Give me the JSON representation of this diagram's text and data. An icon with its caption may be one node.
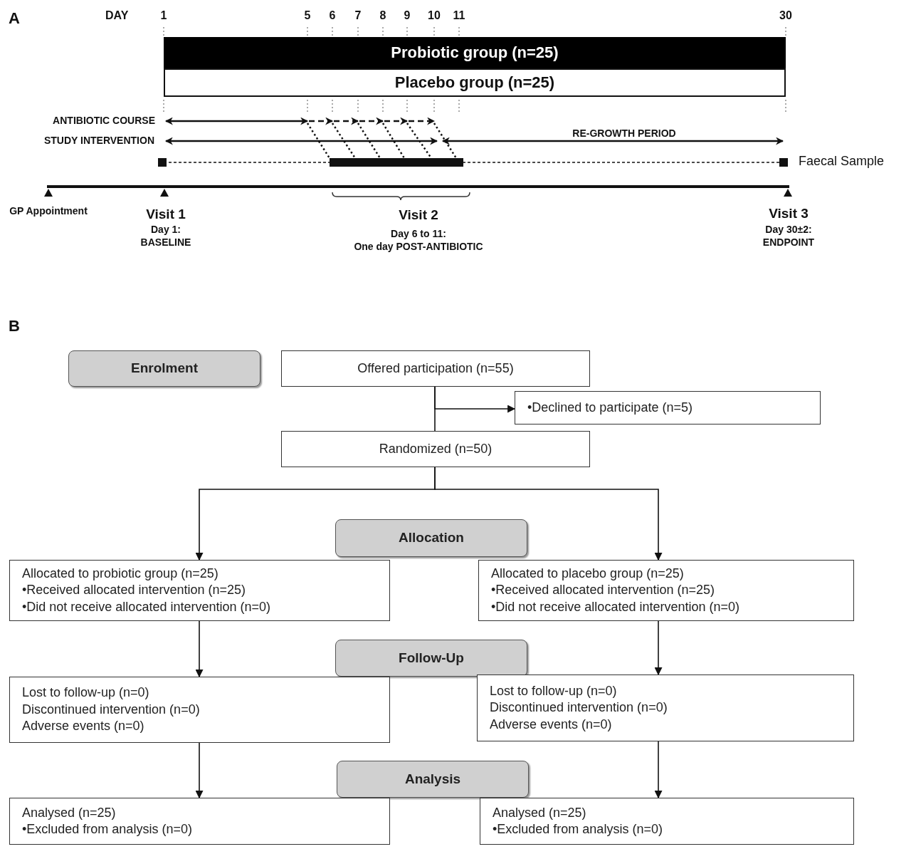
{
  "diagram": {
    "nodes": [
      {
        "text": [
          "Probiotic group (n=25)"
        ]
      },
      {
        "text": [
          "Placebo group (n=25)"
        ]
      },
      {
        "text": [
          "Enrolment"
        ]
      },
      {
        "text": [
          "Offered participation (n=55)"
        ]
      },
      {
        "text": [
          "•Declined to participate (n=5)"
        ]
      },
      {
        "text": [
          "Randomized (n=50)"
        ]
      },
      {
        "text": [
          "Allocation"
        ]
      },
      {
        "text": [
          "Allocated to probiotic group (n=25)",
          "•Received allocated intervention (n=25)",
          "•Did not receive allocated intervention (n=0)"
        ]
      },
      {
        "text": [
          "Allocated to placebo group (n=25)",
          "•Received allocated intervention (n=25)",
          "•Did not receive allocated intervention (n=0)"
        ]
      },
      {
        "text": [
          "Follow-Up"
        ]
      },
      {
        "text": [
          "Lost to follow-up (n=0)",
          "Discontinued intervention (n=0)",
          "Adverse events (n=0)"
        ]
      },
      {
        "text": [
          "Lost to follow-up (n=0)",
          "Discontinued intervention (n=0)",
          "Adverse events (n=0)"
        ]
      },
      {
        "text": [
          "Analysis"
        ]
      },
      {
        "text": [
          "Analysed (n=25)",
          "•Excluded from analysis (n=0)"
        ]
      },
      {
        "text": [
          "Analysed (n=25)",
          "•Excluded from analysis (n=0)"
        ]
      }
    ],
    "edges": [
      {
        "from": 3,
        "to": 5,
        "arrow": "none"
      },
      {
        "from": 3,
        "to": 4,
        "arrow": "to"
      },
      {
        "from": 5,
        "to": 7,
        "arrow": "to"
      },
      {
        "from": 5,
        "to": 8,
        "arrow": "to"
      },
      {
        "from": 7,
        "to": 10,
        "arrow": "to"
      },
      {
        "from": 8,
        "to": 11,
        "arrow": "to"
      },
      {
        "from": 10,
        "to": 13,
        "arrow": "to"
      },
      {
        "from": 11,
        "to": 14,
        "arrow": "to"
      }
    ],
    "labels": [
      "A",
      "DAY",
      "1",
      "5",
      "6",
      "7",
      "8",
      "9",
      "10",
      "11",
      "30",
      "ANTIBIOTIC COURSE",
      "STUDY INTERVENTION",
      "RE-GROWTH PERIOD",
      "Faecal Sample",
      "GP Appointment",
      "Visit 1",
      "Day 1: BASELINE",
      "Visit 2",
      "Day 6 to 11:",
      "One day POST-ANTIBIOTIC",
      "Visit 3",
      "Day 30±2: ENDPOINT",
      "B"
    ]
  }
}
